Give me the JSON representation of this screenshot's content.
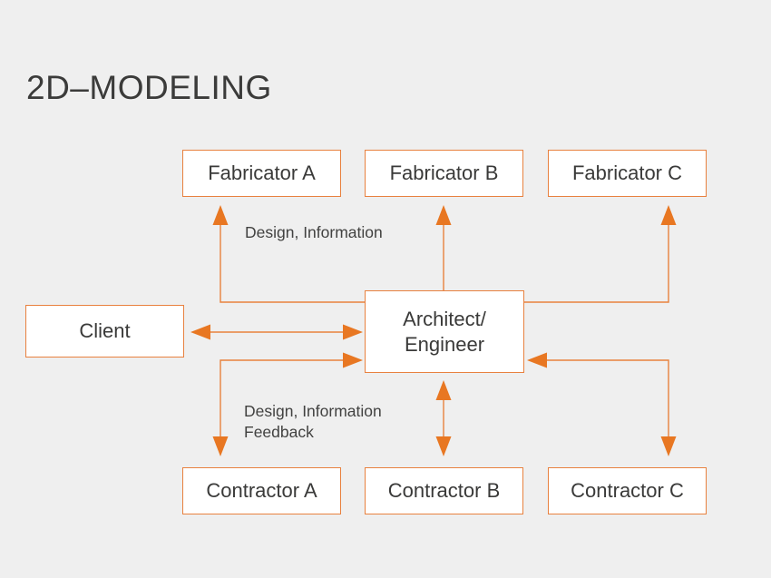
{
  "title": "2D–MODELING",
  "colors": {
    "background": "#efefef",
    "node_fill": "#ffffff",
    "node_border": "#e8813f",
    "arrow": "#e87722",
    "line": "#e8823d",
    "node_text": "#3a3a39",
    "label_text": "#424241",
    "title_text": "#3b3b3a"
  },
  "nodes": {
    "fabricator_a": {
      "label": "Fabricator A"
    },
    "fabricator_b": {
      "label": "Fabricator B"
    },
    "fabricator_c": {
      "label": "Fabricator C"
    },
    "client": {
      "label": "Client"
    },
    "architect": {
      "label": "Architect/\nEngineer"
    },
    "contractor_a": {
      "label": "Contractor A"
    },
    "contractor_b": {
      "label": "Contractor B"
    },
    "contractor_c": {
      "label": "Contractor C"
    }
  },
  "edge_labels": {
    "fabricators": "Design, Information",
    "contractors": "Design, Information\nFeedback"
  }
}
